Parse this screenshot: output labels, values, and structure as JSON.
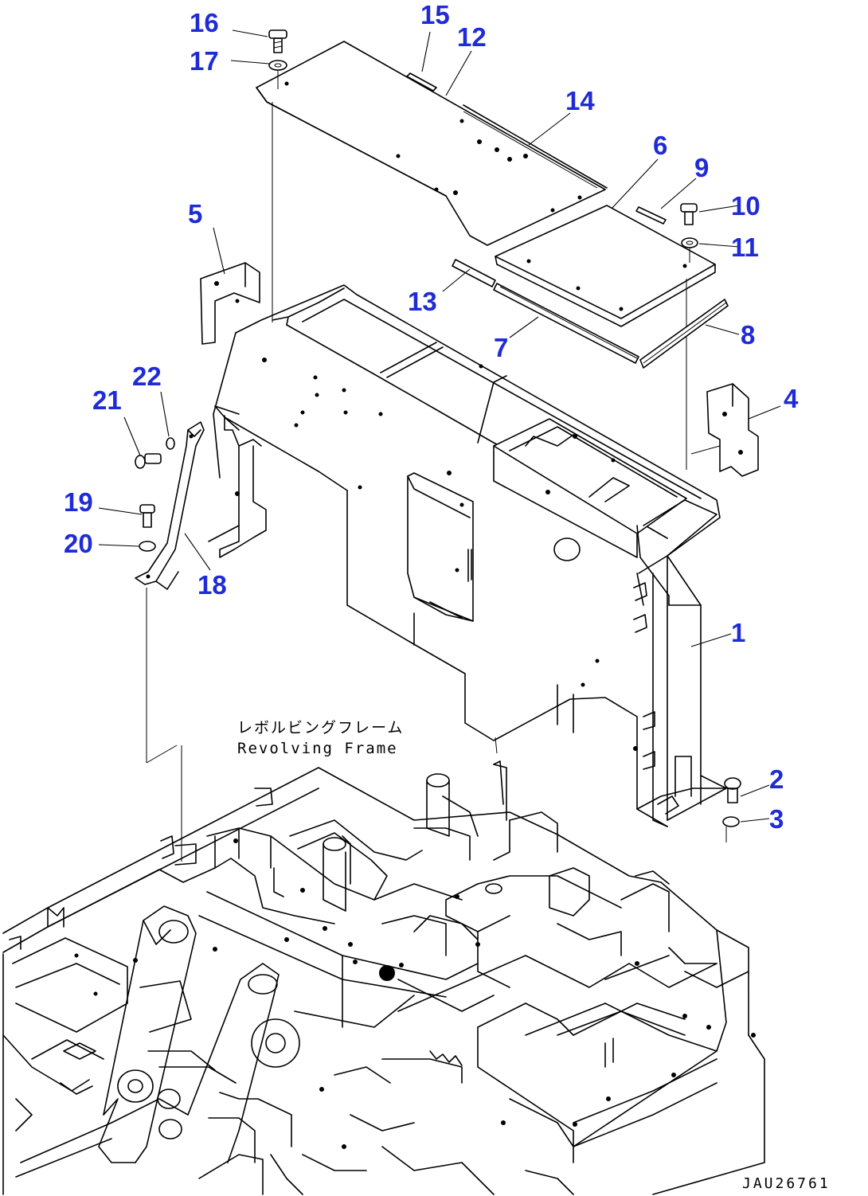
{
  "drawing": {
    "labels": {
      "frame_jp": "レボルビングフレーム",
      "frame_en": "Revolving Frame"
    },
    "drawing_code": "JAU26761",
    "callouts": [
      "1",
      "2",
      "3",
      "4",
      "5",
      "6",
      "7",
      "8",
      "9",
      "10",
      "11",
      "12",
      "13",
      "14",
      "15",
      "16",
      "17",
      "18",
      "19",
      "20",
      "21",
      "22"
    ],
    "callout_color": "#1f2bd6"
  }
}
